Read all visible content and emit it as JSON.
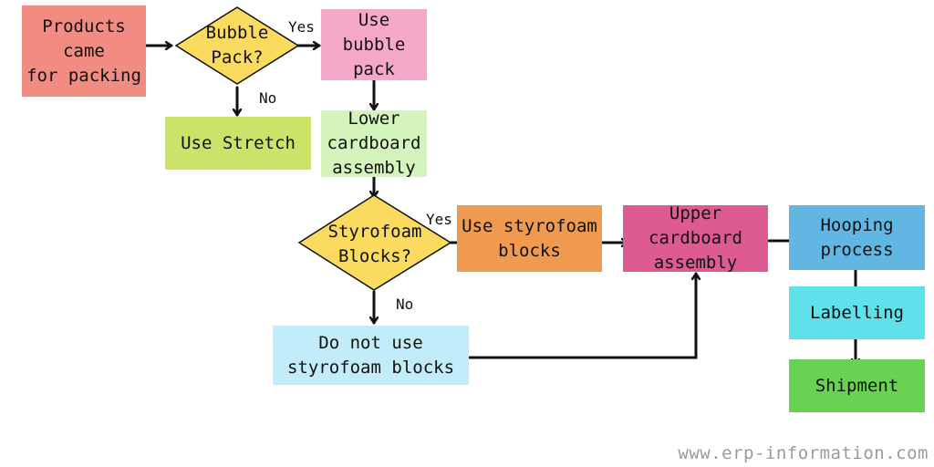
{
  "colors": {
    "products": "#f28b82",
    "diamond": "#fbdb5f",
    "bubble": "#f6a8c8",
    "stretch": "#cce36a",
    "lower": "#d4f4bc",
    "styro_yes": "#ef9a4e",
    "upper": "#de5b92",
    "hooping": "#62b6e4",
    "labelling": "#5ee1ea",
    "shipment": "#6ad253",
    "not_use": "#c3ecfb"
  },
  "nodes": {
    "products": "Products\ncame\nfor packing",
    "bubble_q": "Bubble\nPack?",
    "use_bubble": "Use\nbubble\npack",
    "use_stretch": "Use Stretch",
    "lower_cardboard": "Lower\ncardboard\nassembly",
    "styro_q": "Styrofoam\nBlocks?",
    "use_styro": "Use styrofoam\nblocks",
    "upper_cardboard": "Upper\ncardboard\nassembly",
    "hooping": "Hooping\nprocess",
    "labelling": "Labelling",
    "shipment": "Shipment",
    "not_styro": "Do not use\nstyrofoam blocks"
  },
  "edge_labels": {
    "bubble_yes": "Yes",
    "bubble_no": "No",
    "styro_yes": "Yes",
    "styro_no": "No"
  },
  "watermark": "www.erp-information.com"
}
